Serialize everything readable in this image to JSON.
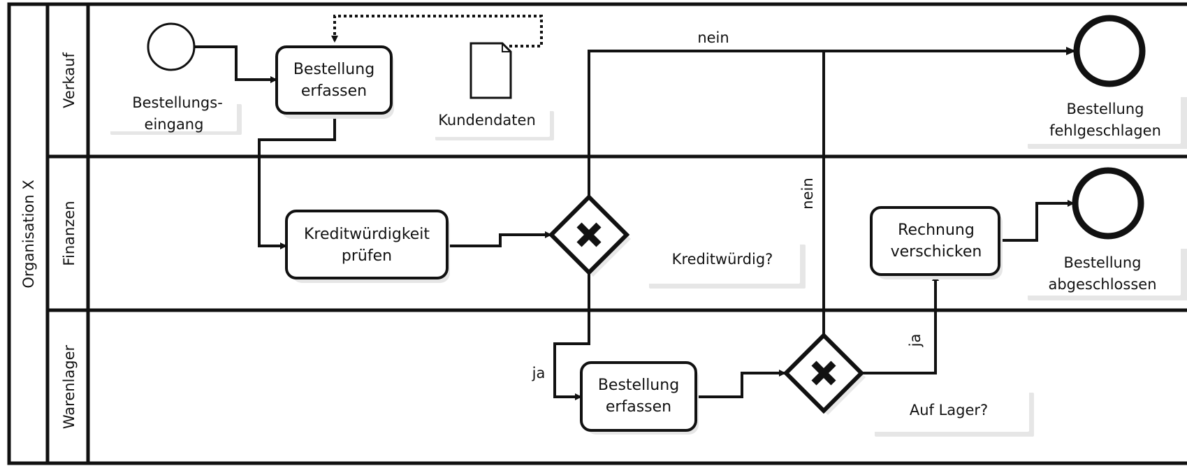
{
  "diagram": {
    "pool": {
      "label": "Organisation X"
    },
    "lanes": {
      "sales": "Verkauf",
      "finance": "Finanzen",
      "warehouse": "Warenlager"
    },
    "start_event": {
      "line1": "Bestellungs-",
      "line2": "eingang"
    },
    "task_record_order": {
      "line1": "Bestellung",
      "line2": "erfassen"
    },
    "data_object": {
      "label": "Kundendaten"
    },
    "task_check_credit": {
      "line1": "Kreditwürdigkeit",
      "line2": "prüfen"
    },
    "gateway_credit": {
      "label": "Kreditwürdig?"
    },
    "task_record_order_2": {
      "line1": "Bestellung",
      "line2": "erfassen"
    },
    "gateway_stock": {
      "label": "Auf Lager?"
    },
    "task_send_invoice": {
      "line1": "Rechnung",
      "line2": "verschicken"
    },
    "end_failed": {
      "line1": "Bestellung",
      "line2": "fehlgeschlagen"
    },
    "end_completed": {
      "line1": "Bestellung",
      "line2": "abgeschlossen"
    },
    "flow_labels": {
      "credit_no": "nein",
      "credit_yes": "ja",
      "stock_no": "nein",
      "stock_yes": "ja"
    }
  }
}
